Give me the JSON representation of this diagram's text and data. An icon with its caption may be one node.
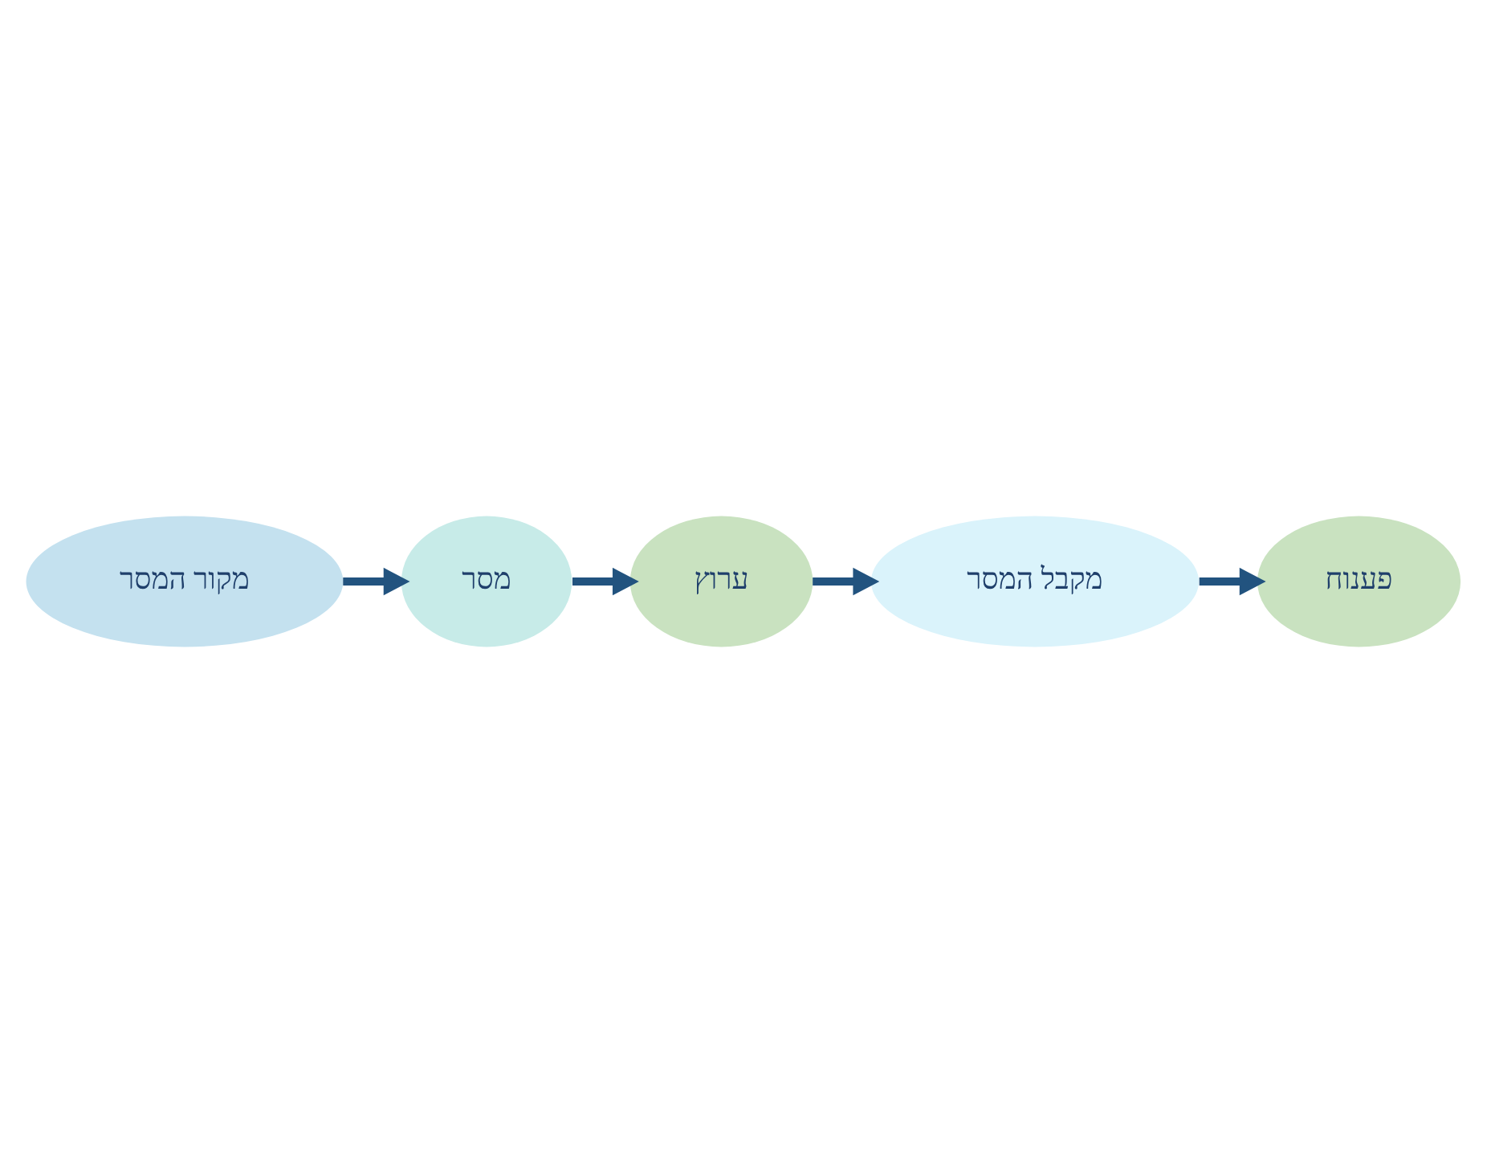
{
  "diagram": {
    "nodes": [
      {
        "text": [
          "מקור המסר"
        ]
      },
      {
        "text": [
          "מסר"
        ]
      },
      {
        "text": [
          "ערוץ"
        ]
      },
      {
        "text": [
          "מקבל המסר"
        ]
      },
      {
        "text": [
          "פענוח"
        ]
      }
    ],
    "edges": [
      {
        "from": 0,
        "to": 1,
        "arrow": "to"
      },
      {
        "from": 1,
        "to": 2,
        "arrow": "to"
      },
      {
        "from": 2,
        "to": 3,
        "arrow": "to"
      },
      {
        "from": 3,
        "to": 4,
        "arrow": "to"
      }
    ]
  }
}
